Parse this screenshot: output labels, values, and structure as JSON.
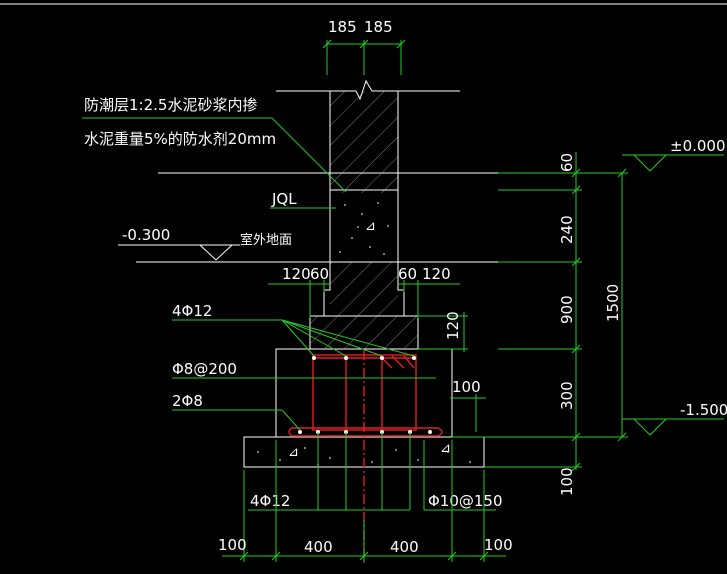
{
  "colors": {
    "background": "#000000",
    "outline": "#ffffff",
    "dimension": "#22cc22",
    "rebar": "#e02020"
  },
  "labels": {
    "top_dim_left": "185",
    "top_dim_right": "185",
    "note_line1": "防潮层1:2.5水泥砂浆内掺",
    "note_line2": "水泥重量5%的防水剂20mm",
    "beam": "JQL",
    "outdoor_elev": "-0.300",
    "outdoor_ground": "室外地面",
    "step_left_a": "120",
    "step_left_b": "60",
    "step_right_a": "60",
    "step_right_b": "120",
    "top_rebar": "4Φ12",
    "stirrup": "Φ8@200",
    "side_rebar": "2Φ8",
    "bottom_rebar": "4Φ12",
    "bottom_dist": "Φ10@150",
    "dim_120": "120",
    "dim_100": "100",
    "elev_top": "±0.000",
    "elev_bottom": "-1.500",
    "v_60": "60",
    "v_240": "240",
    "v_900": "900",
    "v_1500": "1500",
    "v_300": "300",
    "v_100": "100",
    "b_100_left": "100",
    "b_400_left": "400",
    "b_400_right": "400",
    "b_100_right": "100"
  }
}
